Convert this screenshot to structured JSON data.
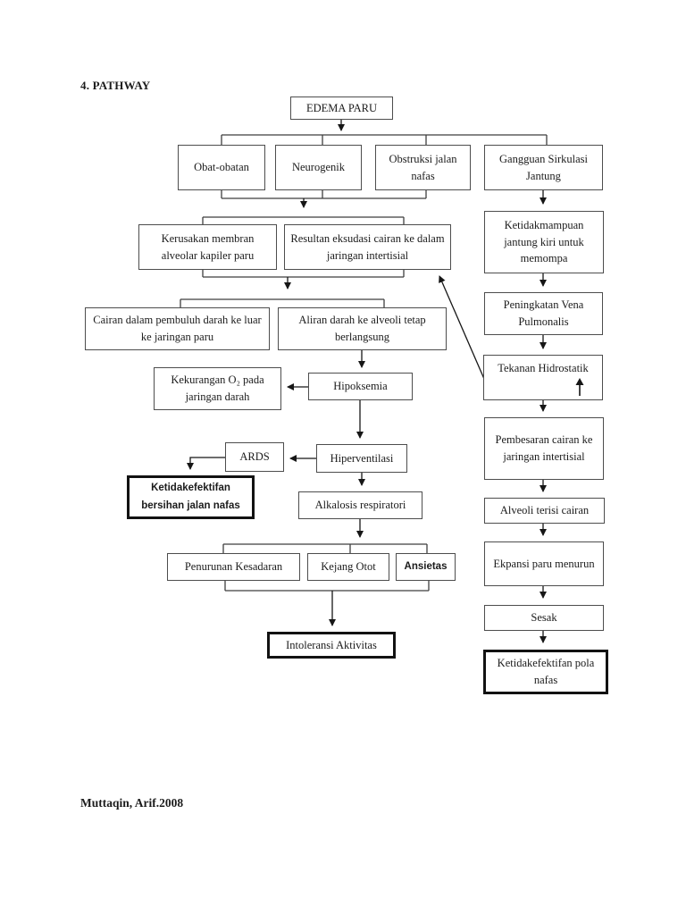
{
  "document": {
    "heading": "4. PATHWAY",
    "citation": "Muttaqin, Arif.2008"
  },
  "diagram": {
    "title_node": "EDEMA PARU",
    "nodes": {
      "edema_paru": {
        "label": "EDEMA PARU"
      },
      "obat": {
        "label": "Obat-obatan"
      },
      "neurogenik": {
        "label": "Neurogenik"
      },
      "obstruksi": {
        "label": "Obstruksi jalan nafas"
      },
      "gangguan": {
        "label": "Gangguan Sirkulasi Jantung"
      },
      "kerusakan": {
        "label": "Kerusakan membran alveolar kapiler paru"
      },
      "resultan": {
        "label": "Resultan eksudasi cairan ke dalam jaringan intertisial"
      },
      "ketidakmampuan": {
        "label": "Ketidakmampuan jantung kiri untuk memompa"
      },
      "cairan": {
        "label": "Cairan dalam pembuluh darah ke luar ke jaringan paru"
      },
      "aliran": {
        "label": "Aliran darah ke alveoli tetap berlangsung"
      },
      "peningkatan": {
        "label": "Peningkatan Vena Pulmonalis"
      },
      "kekurangan": {
        "label": "Kekurangan O₂ pada jaringan darah"
      },
      "hipoksemia": {
        "label": "Hipoksemia"
      },
      "tekanan": {
        "label": "Tekanan Hidrostatik"
      },
      "ards": {
        "label": "ARDS"
      },
      "hiperventilasi": {
        "label": "Hiperventilasi"
      },
      "pembesaran": {
        "label": "Pembesaran cairan ke jaringan intertisial"
      },
      "bersihan": {
        "label": "Ketidakefektifan bersihan jalan nafas"
      },
      "alkalosis": {
        "label": "Alkalosis respiratori"
      },
      "alveoli": {
        "label": "Alveoli terisi cairan"
      },
      "penurunan": {
        "label": "Penurunan Kesadaran"
      },
      "kejang": {
        "label": "Kejang Otot"
      },
      "ansietas": {
        "label": "Ansietas"
      },
      "ekpansi": {
        "label": "Ekpansi paru menurun"
      },
      "intoleransi": {
        "label": "Intoleransi Aktivitas"
      },
      "sesak": {
        "label": "Sesak"
      },
      "pola_nafas": {
        "label": "Ketidakefektifan pola nafas"
      }
    },
    "icons": {
      "tekanan_increase_arrow": "up-arrow"
    },
    "edges": [
      {
        "from": "edema_paru",
        "to": [
          "obat",
          "neurogenik",
          "obstruksi",
          "gangguan"
        ]
      },
      {
        "from": "obat+neurogenik+obstruksi",
        "to": [
          "kerusakan",
          "resultan"
        ]
      },
      {
        "from": "kerusakan+resultan",
        "to": [
          "cairan",
          "aliran"
        ]
      },
      {
        "from": "aliran",
        "to": [
          "hipoksemia"
        ]
      },
      {
        "from": "hipoksemia",
        "to": [
          "kekurangan",
          "hiperventilasi"
        ]
      },
      {
        "from": "hiperventilasi",
        "to": [
          "ards",
          "alkalosis"
        ]
      },
      {
        "from": "ards",
        "to": [
          "bersihan"
        ]
      },
      {
        "from": "alkalosis",
        "to": [
          "penurunan",
          "kejang",
          "ansietas"
        ]
      },
      {
        "from": "penurunan+kejang+ansietas",
        "to": [
          "intoleransi"
        ]
      },
      {
        "from": "gangguan",
        "to": [
          "ketidakmampuan"
        ]
      },
      {
        "from": "ketidakmampuan",
        "to": [
          "peningkatan"
        ]
      },
      {
        "from": "peningkatan",
        "to": [
          "tekanan"
        ]
      },
      {
        "from": "tekanan",
        "to": [
          "pembesaran",
          "resultan"
        ]
      },
      {
        "from": "pembesaran",
        "to": [
          "alveoli"
        ]
      },
      {
        "from": "alveoli",
        "to": [
          "ekpansi"
        ]
      },
      {
        "from": "ekpansi",
        "to": [
          "sesak"
        ]
      },
      {
        "from": "sesak",
        "to": [
          "pola_nafas"
        ]
      }
    ]
  }
}
